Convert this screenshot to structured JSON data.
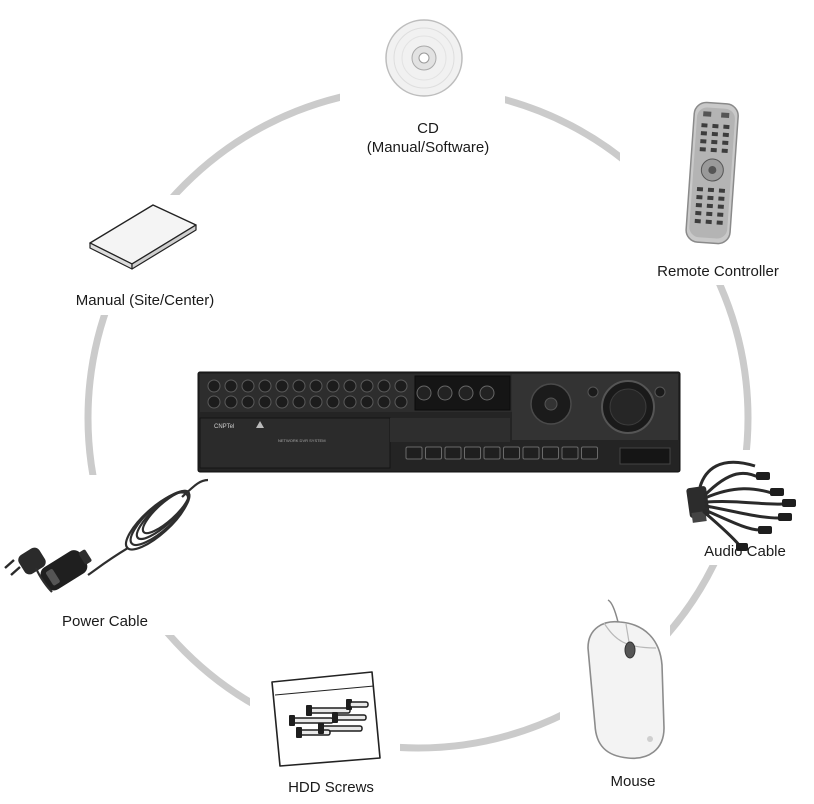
{
  "diagram": {
    "items": [
      {
        "id": "cd",
        "label_lines": [
          "CD",
          "(Manual/Software)"
        ],
        "icon": "cd-disc-icon"
      },
      {
        "id": "remote",
        "label_lines": [
          "Remote Controller"
        ],
        "icon": "remote-control-icon"
      },
      {
        "id": "manual",
        "label_lines": [
          "Manual (Site/Center)"
        ],
        "icon": "manual-book-icon"
      },
      {
        "id": "audio",
        "label_lines": [
          "Audio Cable"
        ],
        "icon": "audio-cable-icon"
      },
      {
        "id": "power",
        "label_lines": [
          "Power Cable"
        ],
        "icon": "power-cable-icon"
      },
      {
        "id": "mouse",
        "label_lines": [
          "Mouse"
        ],
        "icon": "mouse-icon"
      },
      {
        "id": "screws",
        "label_lines": [
          "HDD Screws"
        ],
        "icon": "hdd-screws-icon"
      }
    ],
    "center_device": {
      "icon": "dvr-recorder-icon",
      "brand_text": "CNPTel",
      "model_text": "NETWORK DVR SYSTEM"
    },
    "colors": {
      "ring": "#c8c8c8",
      "device_body": "#2a2a2a",
      "label_text": "#1a1a1a"
    }
  }
}
